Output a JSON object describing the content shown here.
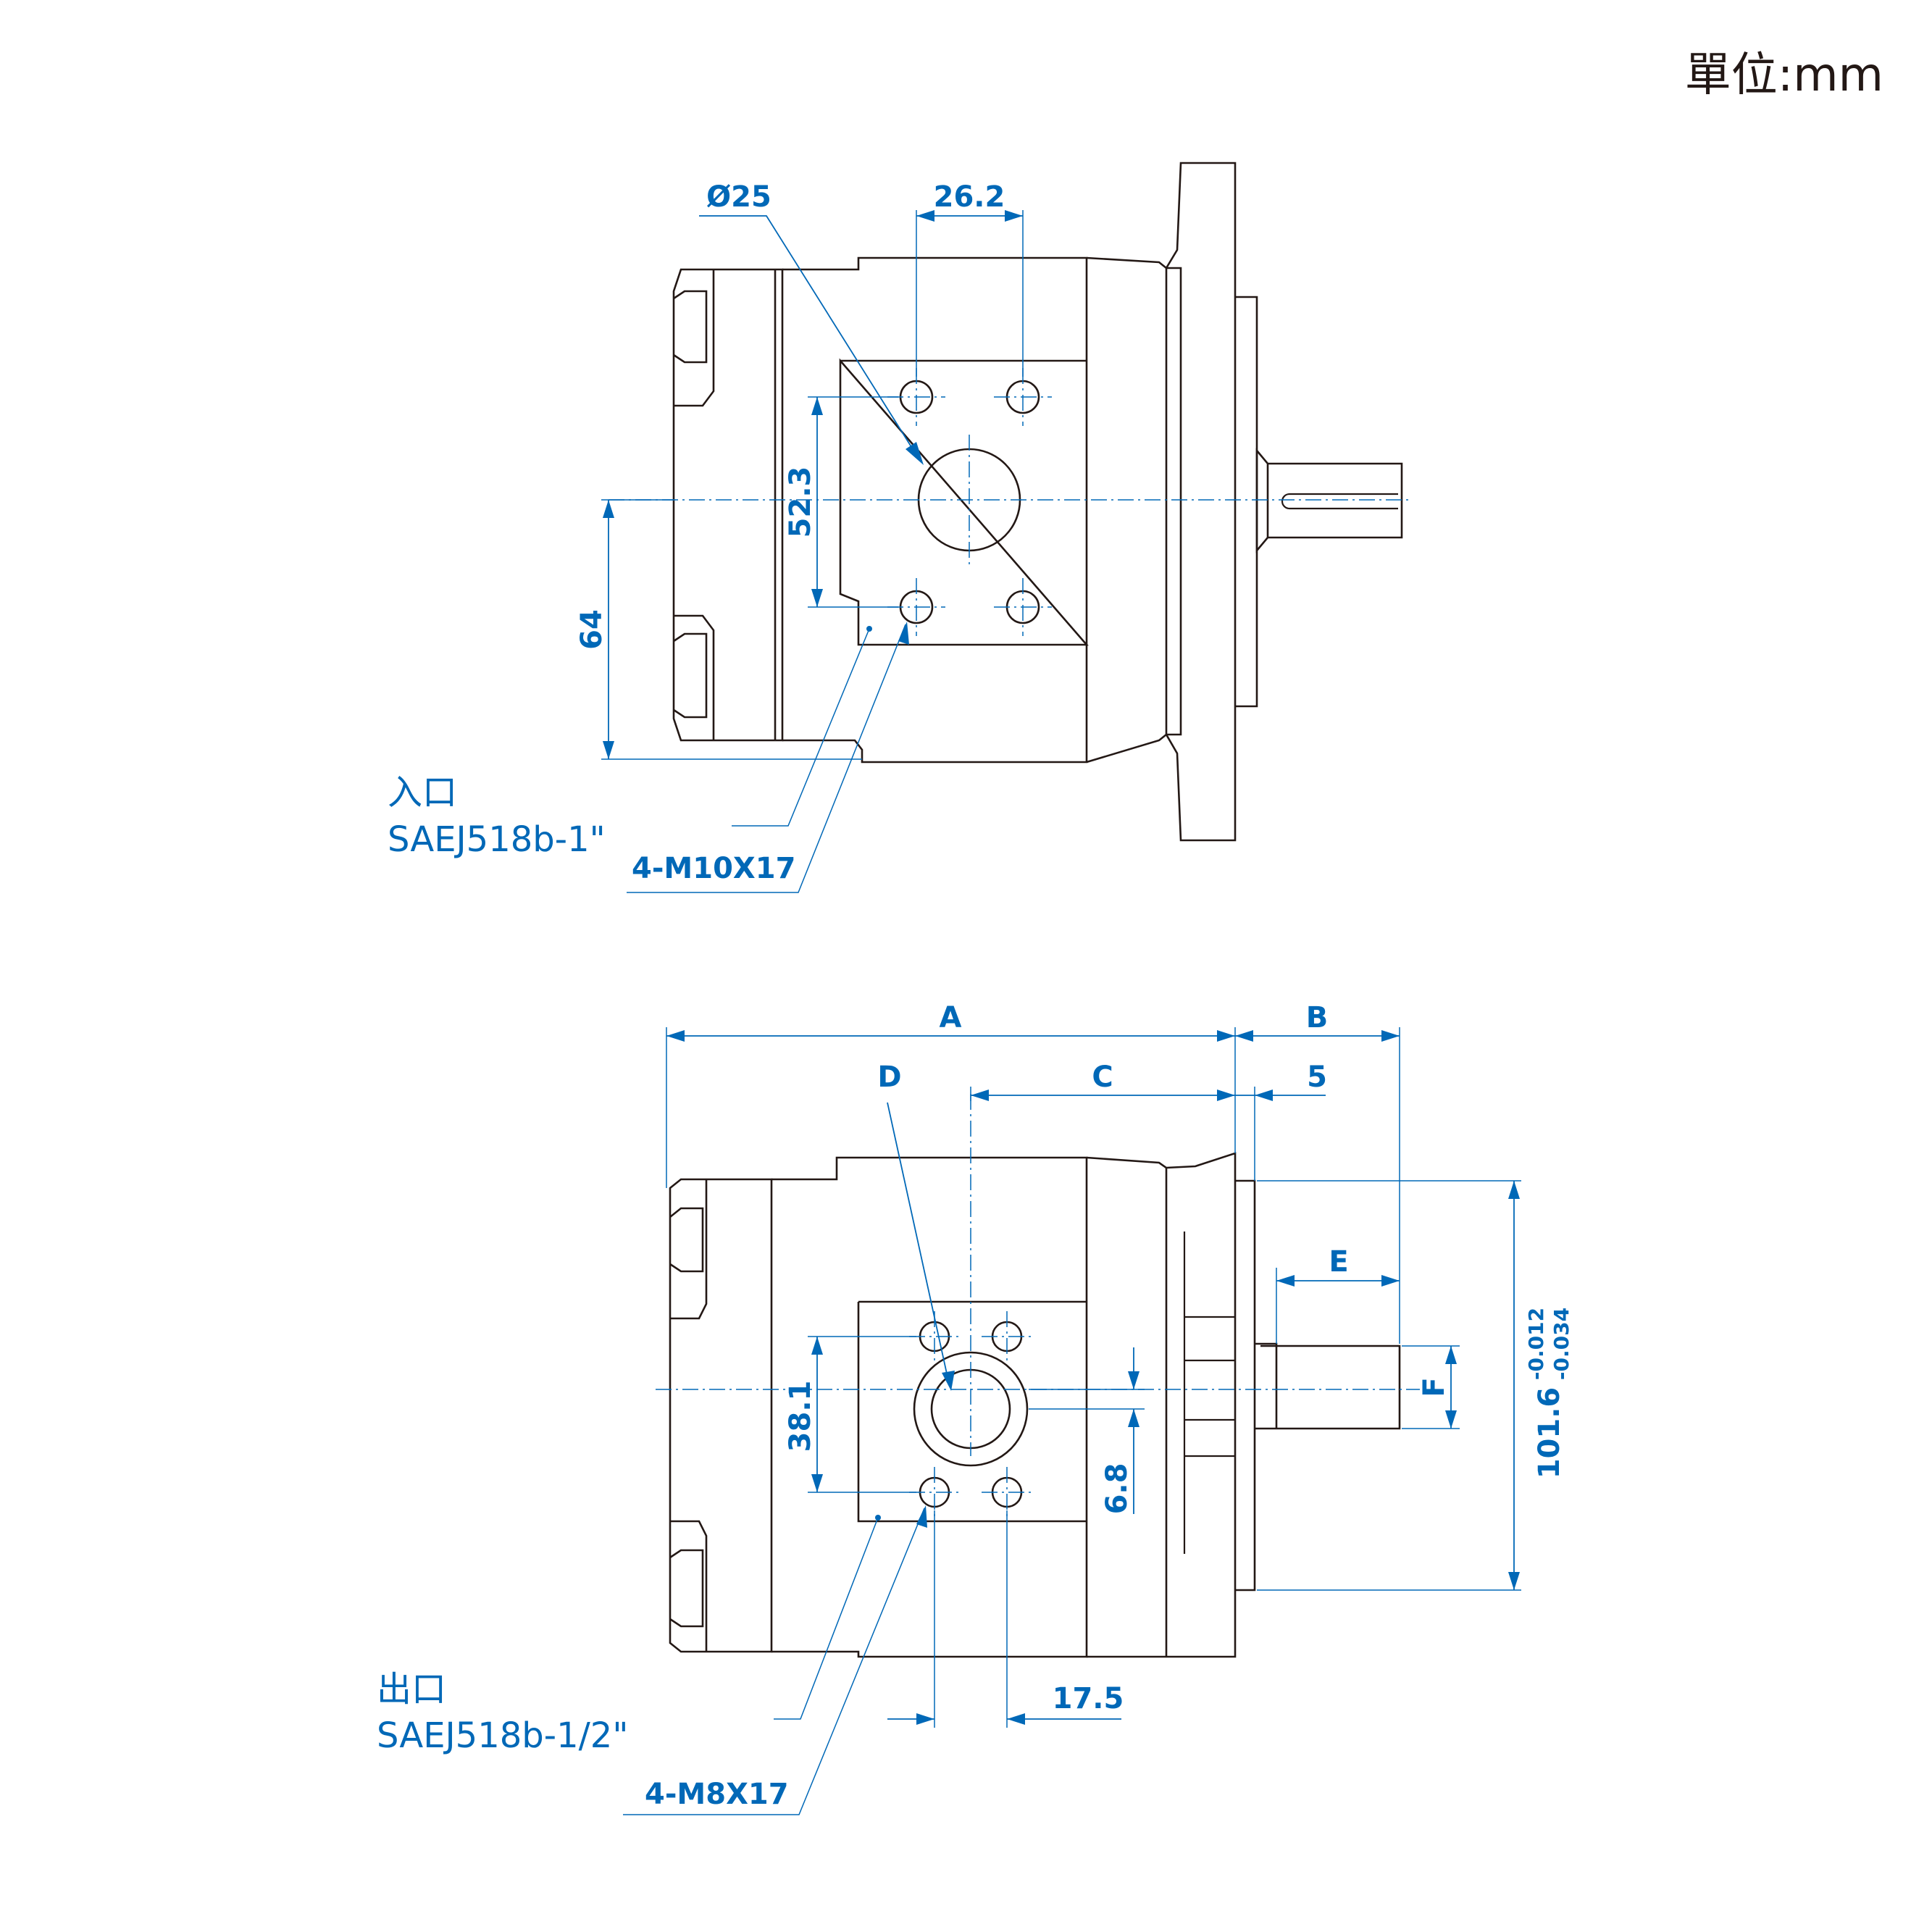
{
  "unit_label": "單位:mm",
  "top_view": {
    "dims": {
      "port_diameter": "Ø25",
      "bolt_spacing_h": "26.2",
      "bolt_spacing_v": "52.3",
      "center_height": "64"
    },
    "inlet_label": "入口",
    "inlet_spec": "SAEJ518b-1\"",
    "bolt_spec": "4-M10X17"
  },
  "bottom_view": {
    "dims": {
      "A": "A",
      "B": "B",
      "C": "C",
      "D": "D",
      "E": "E",
      "F": "F",
      "five": "5",
      "bolt_spacing_v": "38.1",
      "offset": "6.8",
      "bolt_spacing_h": "17.5",
      "pilot_diameter": "101.6",
      "tol_upper": "-0.012",
      "tol_lower": "-0.034"
    },
    "outlet_label": "出口",
    "outlet_spec": "SAEJ518b-1/2\"",
    "bolt_spec": "4-M8X17"
  },
  "colors": {
    "outline": "#231815",
    "dimension": "#0068b7"
  }
}
